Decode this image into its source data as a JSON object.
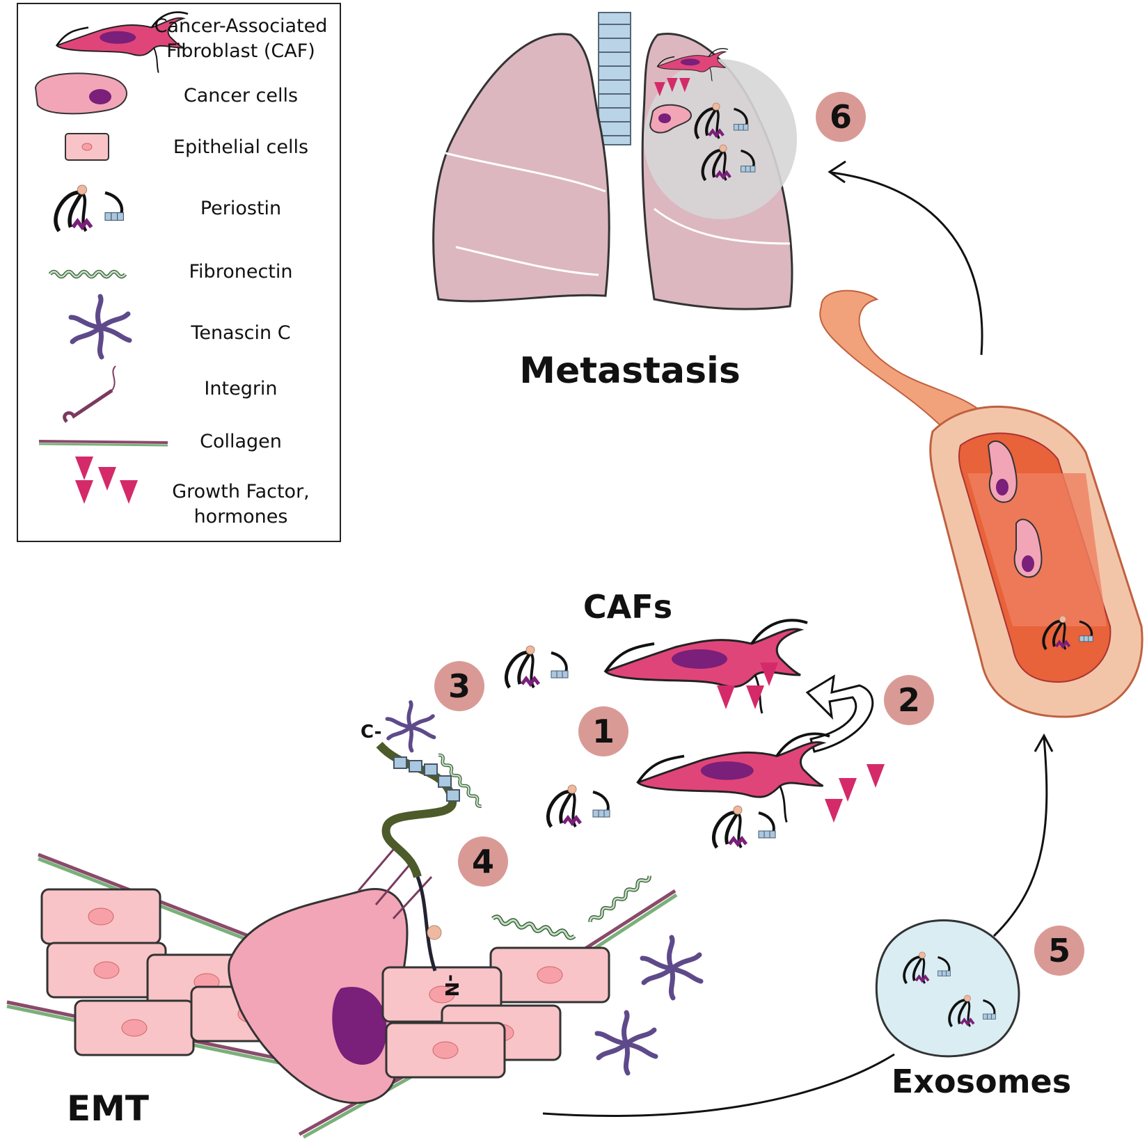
{
  "legend": {
    "items": [
      {
        "icon": "caf-icon",
        "label": "Cancer-Associated Fibroblast (CAF)"
      },
      {
        "icon": "cancer-cell-icon",
        "label": "Cancer cells"
      },
      {
        "icon": "epithelial-cell-icon",
        "label": "Epithelial cells"
      },
      {
        "icon": "periostin-icon",
        "label": "Periostin"
      },
      {
        "icon": "fibronectin-icon",
        "label": "Fibronectin"
      },
      {
        "icon": "tenascin-c-icon",
        "label": "Tenascin C"
      },
      {
        "icon": "integrin-icon",
        "label": "Integrin"
      },
      {
        "icon": "collagen-icon",
        "label": "Collagen"
      },
      {
        "icon": "growth-factor-icon",
        "label": "Growth Factor, hormones"
      }
    ]
  },
  "labels": {
    "metastasis": "Metastasis",
    "cafs": "CAFs",
    "emt": "EMT",
    "exosomes": "Exosomes",
    "c_term": "C-",
    "n_term": "-N"
  },
  "steps": [
    "1",
    "2",
    "3",
    "4",
    "5",
    "6"
  ],
  "colors": {
    "caf": "#e0457a",
    "nucleus": "#7a1f7a",
    "cancer_cell": "#f2a5b7",
    "epithelial": "#f8c4c8",
    "lung": "#dcb7c0",
    "step_circle": "#d99a95",
    "tenascin": "#5e4a8a",
    "growth_factor": "#d42a6a",
    "exosome": "#d9edf2"
  }
}
